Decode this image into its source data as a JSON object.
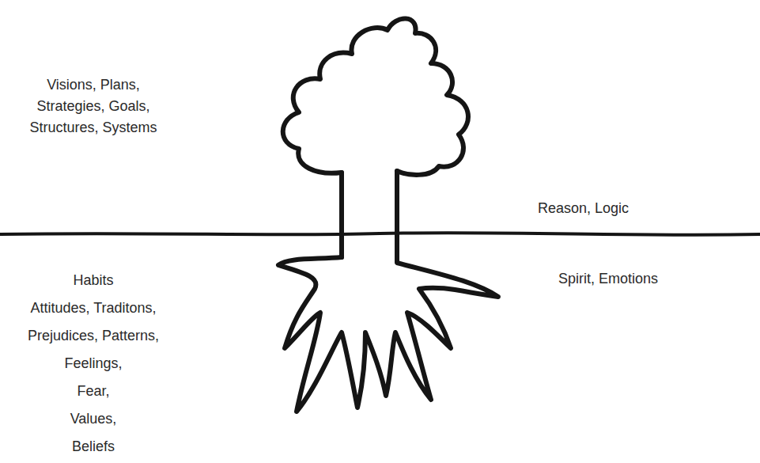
{
  "diagram": {
    "labels": [
      "Visions, Plans, Strategies, Goals, Structures, Systems",
      "Reason, Logic",
      "Habits",
      "Attitudes, Traditons,",
      "Prejudices, Patterns,",
      "Feelings,",
      "Fear,",
      "Values,",
      "Beliefs",
      "Spirit, Emotions"
    ]
  }
}
